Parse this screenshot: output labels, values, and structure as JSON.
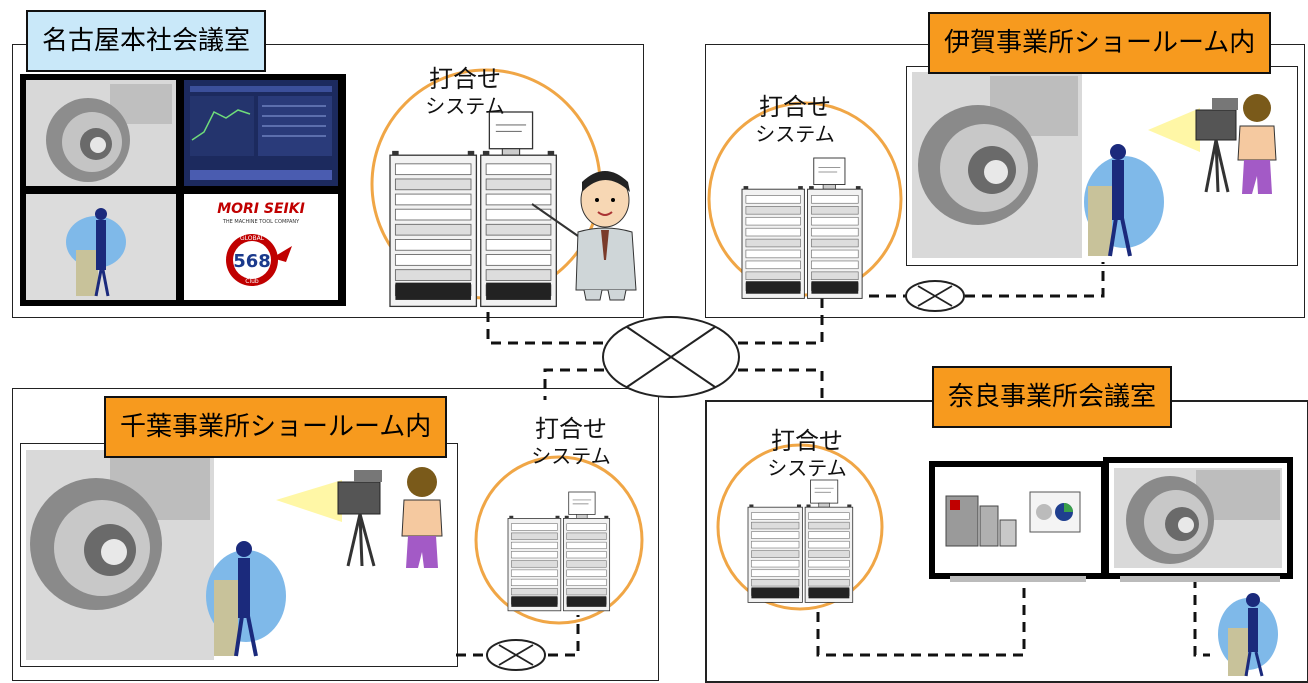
{
  "sites": {
    "nagoya": {
      "title": "名古屋本社会議室"
    },
    "iga": {
      "title": "伊賀事業所ショールーム内"
    },
    "chiba": {
      "title": "千葉事業所ショールーム内"
    },
    "nara": {
      "title": "奈良事業所会議室"
    }
  },
  "system_label": {
    "line1": "打合せ",
    "line2": "システム"
  },
  "logo": {
    "brand": "MORI SEIKI",
    "tagline": "THE MACHINE TOOL COMPANY",
    "badge_top": "GLOBAL",
    "badge_number": "568",
    "badge_bottom": "Club"
  },
  "colors": {
    "title_blue": "#c9e8f9",
    "title_orange": "#f79a1e",
    "system_circle": "#f0a646",
    "network_lines": "#111111"
  },
  "icons": [
    "router-icon",
    "lathe-chuck-icon",
    "presenter-icon",
    "camera-operator-icon",
    "equipment-rack-icon",
    "teacher-icon"
  ]
}
